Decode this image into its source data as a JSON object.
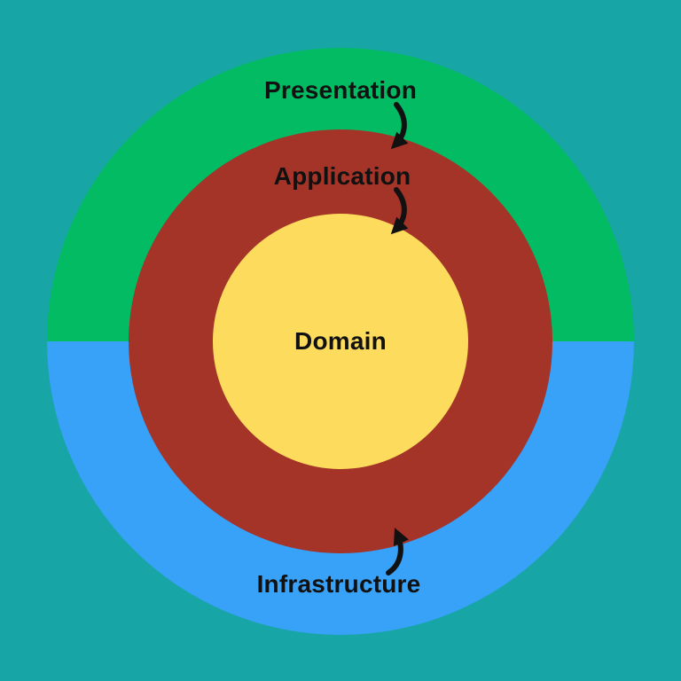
{
  "diagram": {
    "type": "onion-architecture",
    "background_color": "#17A5A5",
    "text_color": "#111111",
    "arrow_color": "#111111",
    "rings": [
      {
        "label": "Presentation",
        "position": "outer-ring-top-half",
        "color": "#02BB63"
      },
      {
        "label": "Application",
        "position": "middle-ring",
        "color": "#A43328"
      },
      {
        "label": "Domain",
        "position": "center-circle",
        "color": "#FDDB5D"
      },
      {
        "label": "Infrastructure",
        "position": "outer-ring-bottom-half",
        "color": "#38A1F8"
      }
    ],
    "arrows": [
      {
        "name": "presentation-to-application",
        "direction": "inward-down"
      },
      {
        "name": "application-to-domain",
        "direction": "inward-down"
      },
      {
        "name": "infrastructure-to-application",
        "direction": "inward-up"
      }
    ]
  }
}
